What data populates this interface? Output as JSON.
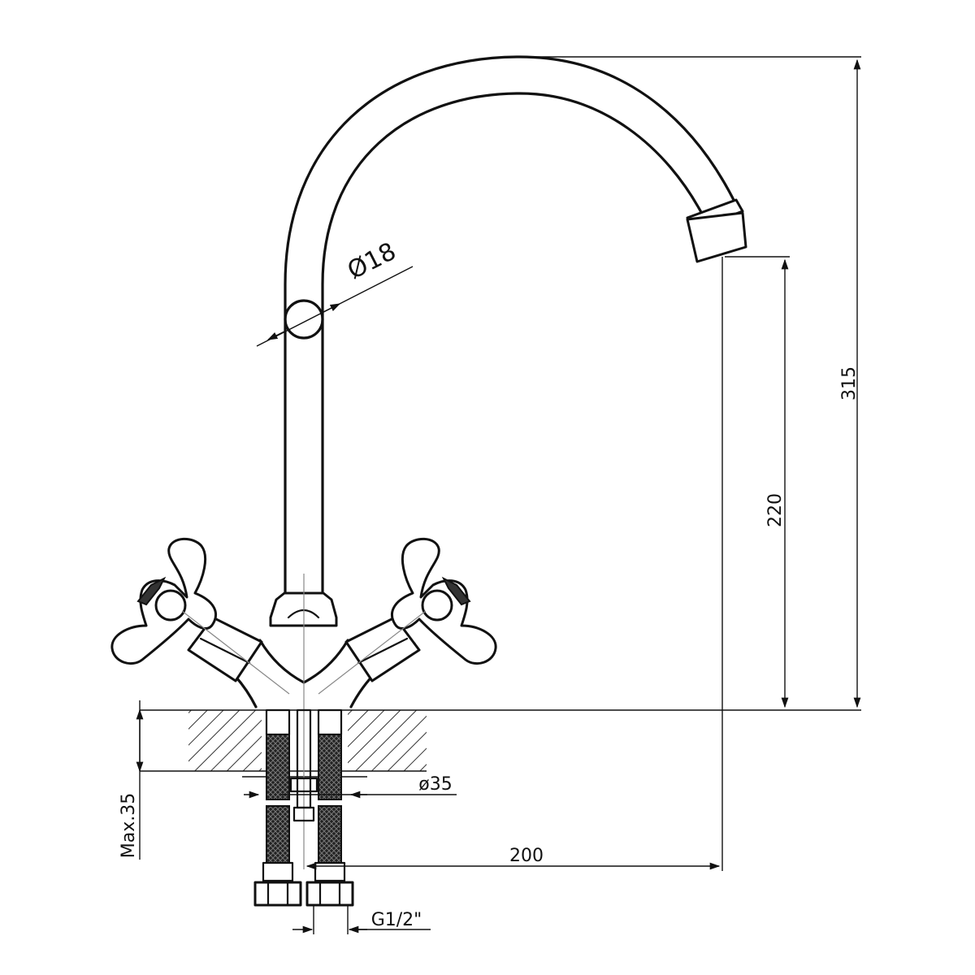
{
  "dimensions": {
    "total_height": "315",
    "spout_height": "220",
    "pipe_diameter": "Ø18",
    "base_diameter": "ø35",
    "reach": "200",
    "max_deck_thickness": "Max.35",
    "thread": "G1/2\""
  }
}
